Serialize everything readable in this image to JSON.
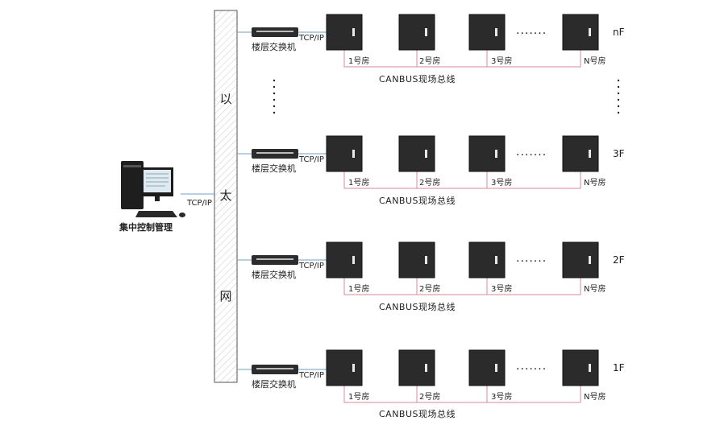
{
  "ethernet": {
    "chars": [
      "以",
      "太",
      "网"
    ]
  },
  "central": {
    "label": "集中控制管理",
    "link": "TCP/IP"
  },
  "floors": [
    {
      "floor": "nF",
      "switch": "楼层交换机",
      "link": "TCP/IP",
      "rooms": [
        "1号房",
        "2号房",
        "3号房",
        "N号房"
      ],
      "dots": "·······",
      "bus": "CANBUS现场总线"
    },
    {
      "floor": "3F",
      "switch": "楼层交换机",
      "link": "TCP/IP",
      "rooms": [
        "1号房",
        "2号房",
        "3号房",
        "N号房"
      ],
      "dots": "·······",
      "bus": "CANBUS现场总线"
    },
    {
      "floor": "2F",
      "switch": "楼层交换机",
      "link": "TCP/IP",
      "rooms": [
        "1号房",
        "2号房",
        "3号房",
        "N号房"
      ],
      "dots": "·······",
      "bus": "CANBUS现场总线"
    },
    {
      "floor": "1F",
      "switch": "楼层交换机",
      "link": "TCP/IP",
      "rooms": [
        "1号房",
        "2号房",
        "3号房",
        "N号房"
      ],
      "dots": "·······",
      "bus": "CANBUS现场总线"
    }
  ],
  "colors": {
    "bus_line": "#d98a9a",
    "link_line": "#6f9fc0",
    "device": "#2b2b2b"
  }
}
